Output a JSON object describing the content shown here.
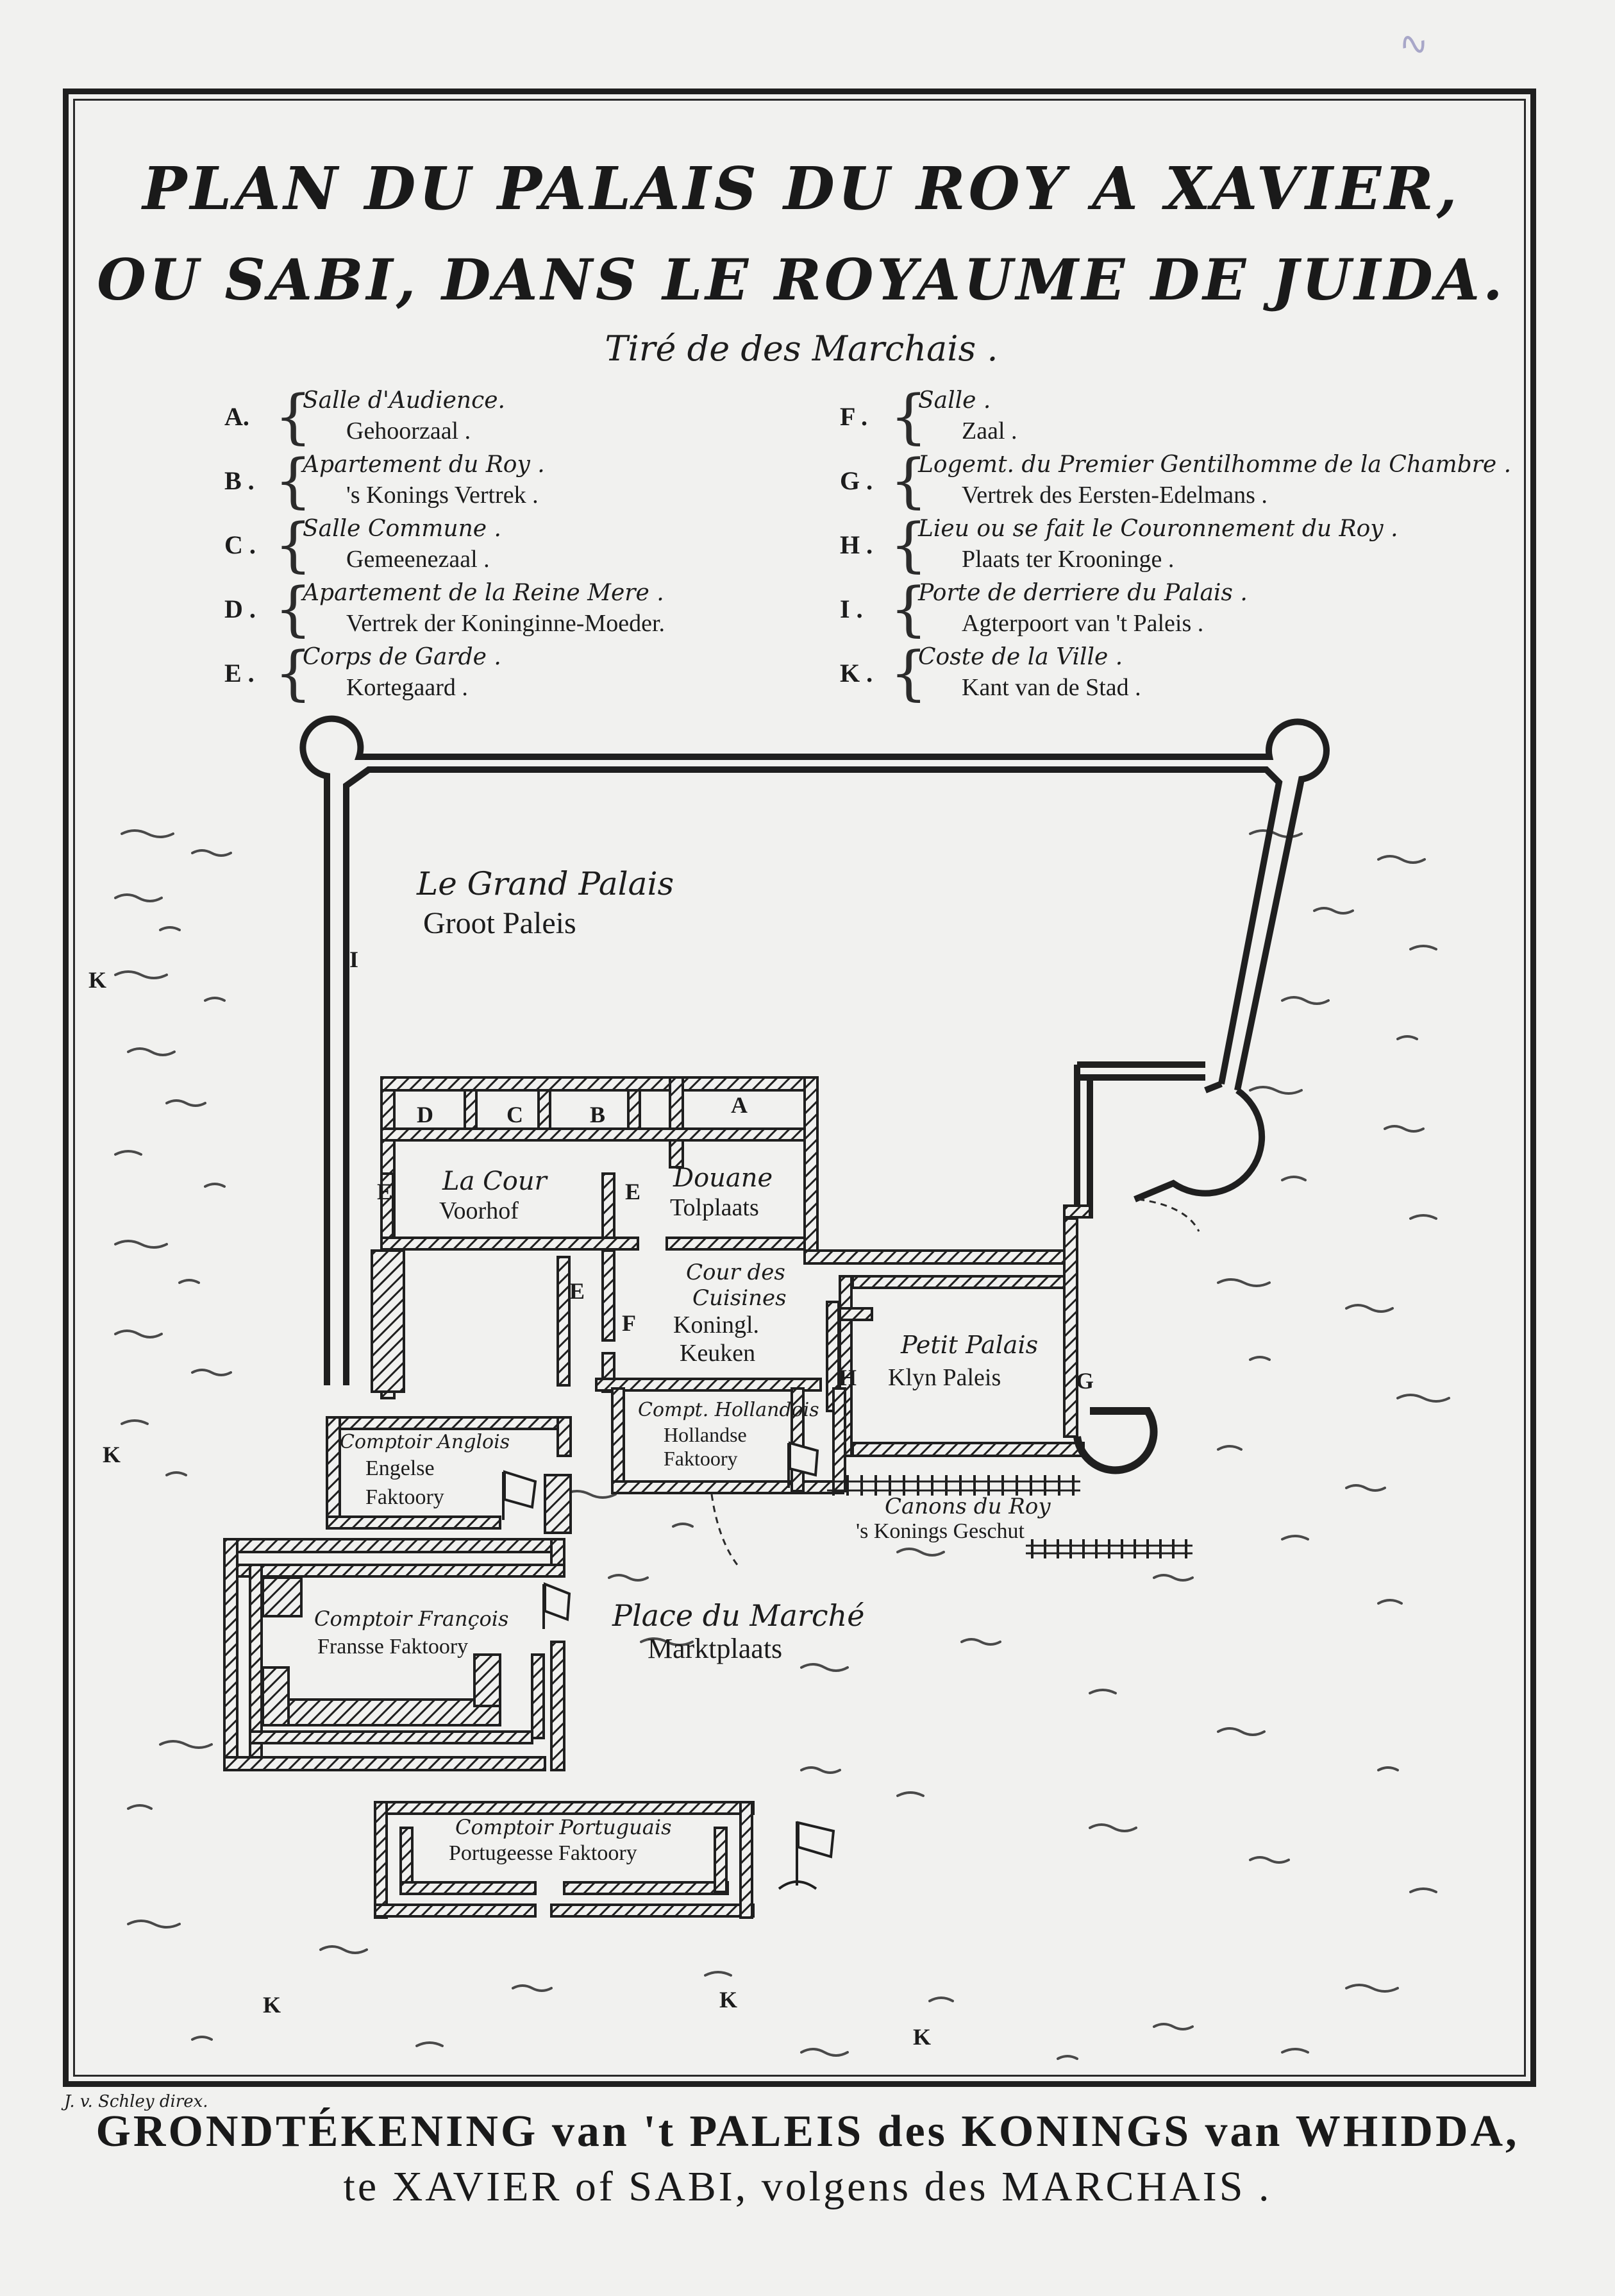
{
  "header": {
    "title_line1": "PLAN DU PALAIS DU ROY A XAVIER,",
    "title_line2": "OU SABI, DANS LE ROYAUME DE JUIDA.",
    "subtitle": "Tiré de des Marchais ."
  },
  "legend": {
    "left": [
      {
        "letter": "A.",
        "fr": "Salle d'Audience.",
        "nl": "Gehoorzaal ."
      },
      {
        "letter": "B .",
        "fr": "Apartement du Roy .",
        "nl": "'s Konings Vertrek ."
      },
      {
        "letter": "C .",
        "fr": "Salle Commune .",
        "nl": "Gemeenezaal ."
      },
      {
        "letter": "D .",
        "fr": "Apartement de la Reine Mere .",
        "nl": "Vertrek der Koninginne-Moeder."
      },
      {
        "letter": "E .",
        "fr": "Corps de Garde .",
        "nl": "Kortegaard ."
      }
    ],
    "right": [
      {
        "letter": "F .",
        "fr": "Salle .",
        "nl": "Zaal ."
      },
      {
        "letter": "G .",
        "fr": "Logemt. du Premier Gentilhomme de la Chambre .",
        "nl": "Vertrek des Eersten-Edelmans ."
      },
      {
        "letter": "H .",
        "fr": "Lieu ou se fait le Couronnement du Roy .",
        "nl": "Plaats ter Krooninge ."
      },
      {
        "letter": "I .",
        "fr": "Porte de derriere du Palais .",
        "nl": "Agterpoort van 't Paleis ."
      },
      {
        "letter": "K .",
        "fr": "Coste de la Ville .",
        "nl": "Kant van de Stad ."
      }
    ]
  },
  "plan": {
    "grand_palais_fr": "Le Grand Palais",
    "grand_palais_nl": "Groot Paleis",
    "cour_fr": "La Cour",
    "cour_nl": "Voorhof",
    "douane_fr": "Douane",
    "douane_nl": "Tolplaats",
    "cuisine_fr1": "Cour des",
    "cuisine_fr2": "Cuisines",
    "cuisine_nl1": "Koningl.",
    "cuisine_nl2": "Keuken",
    "petit_palais_fr": "Petit Palais",
    "petit_palais_nl": "Klyn Paleis",
    "hollandois_fr": "Compt. Hollandois",
    "hollandois_nl1": "Hollandse",
    "hollandois_nl2": "Faktoory",
    "anglois_fr": "Comptoir Anglois",
    "anglois_nl1": "Engelse",
    "anglois_nl2": "Faktoory",
    "canons_fr": "Canons du Roy",
    "canons_nl": "'s Konings Geschut",
    "francois_fr": "Comptoir François",
    "francois_nl": "Fransse Faktoory",
    "marche_fr": "Place du Marché",
    "marche_nl": "Marktplaats",
    "portugais_fr": "Comptoir Portuguais",
    "portugais_nl": "Portugeesse Faktoory",
    "letters": {
      "a": "A",
      "b": "B",
      "c": "C",
      "d": "D",
      "e": "E",
      "f": "F",
      "g": "G",
      "h": "H",
      "i": "I",
      "k": "K"
    }
  },
  "footer": {
    "credit": "J. v. Schley direx.",
    "line1": "GRONDTÉKENING van 't PALEIS des KONINGS van WHIDDA,",
    "line2": "te XAVIER of SABI, volgens des MARCHAIS ."
  }
}
